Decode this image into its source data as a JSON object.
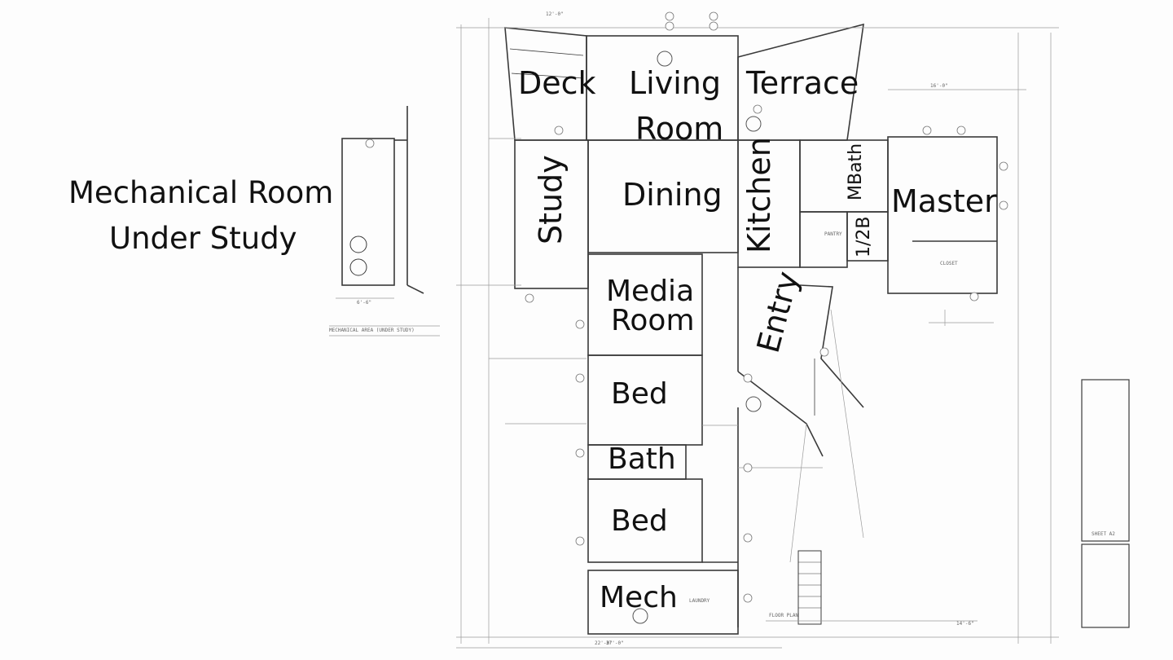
{
  "labels": {
    "mechanical_room_line1": "Mechanical Room",
    "mechanical_room_line2": "Under Study",
    "deck": "Deck",
    "living_line1": "Living",
    "living_line2": "Room",
    "terrace": "Terrace",
    "study": "Study",
    "dining": "Dining",
    "kitchen": "Kitchen",
    "mbath": "MBath",
    "half_bath": "1/2B",
    "master": "Master",
    "media_line1": "Media",
    "media_line2": "Room",
    "entry": "Entry",
    "bed_1": "Bed",
    "bath": "Bath",
    "bed_2": "Bed",
    "mech": "Mech"
  },
  "sheet_text": {
    "floor_plan": "FLOOR PLAN",
    "mechanical_area": "MECHANICAL AREA (UNDER STUDY)",
    "dim_16": "16'-0\"",
    "dim_37": "37'-0\"",
    "dim_22": "22'-0\"",
    "dim_12": "12'-0\"",
    "dim_14": "14'-6\"",
    "dim_6": "6'-6\"",
    "closet": "CLOSET",
    "laundry": "LAUNDRY",
    "pantry": "PANTRY",
    "sheet": "SHEET A2"
  },
  "colors": {
    "line": "#3a3a3a",
    "faint": "#9a9a9a",
    "label": "#111111"
  }
}
